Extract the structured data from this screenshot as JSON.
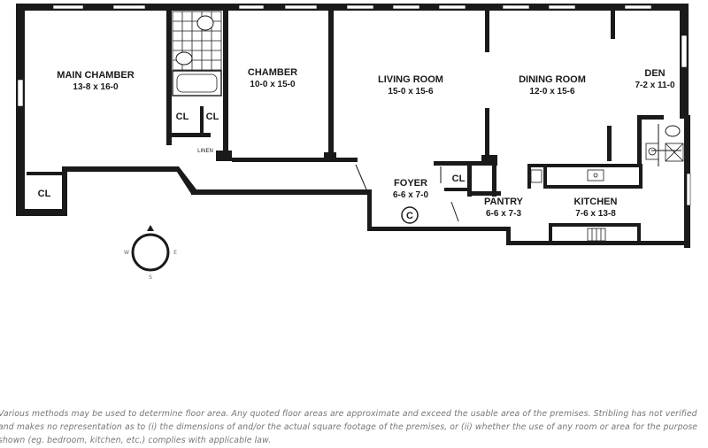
{
  "rooms": {
    "main_chamber": {
      "name": "MAIN CHAMBER",
      "dims": "13-8 x 16-0"
    },
    "chamber": {
      "name": "CHAMBER",
      "dims": "10-0 x 15-0"
    },
    "living_room": {
      "name": "LIVING ROOM",
      "dims": "15-0 x 15-6"
    },
    "dining_room": {
      "name": "DINING ROOM",
      "dims": "12-0 x 15-6"
    },
    "den": {
      "name": "DEN",
      "dims": "7-2 x 11-0"
    },
    "foyer": {
      "name": "FOYER",
      "dims": "6-6 x 7-0"
    },
    "pantry": {
      "name": "PANTRY",
      "dims": "6-6 x 7-3"
    },
    "kitchen": {
      "name": "KITCHEN",
      "dims": "7-6 x 13-8"
    }
  },
  "closets": {
    "label": "CL"
  },
  "misc": {
    "linen": "LINEN",
    "center_marker": "C"
  },
  "compass": {
    "north": "N",
    "west": "W",
    "east": "E",
    "south": "S"
  },
  "disclaimer": {
    "line1": "Various methods may be used to determine floor area. Any quoted floor areas are approximate and exceed the usable area of the premises. Stribling has not verified",
    "line2": "and makes no representation as to (i) the dimensions of and/or the actual square footage of the premises, or (ii) whether the use of any room or area for the purpose",
    "line3": "shown (eg. bedroom, kitchen, etc.) complies with applicable law."
  },
  "colors": {
    "wall": "#1a1a1a",
    "window": "#ffffff",
    "text": "#1a1a1a",
    "disclaimer": "#777777"
  }
}
